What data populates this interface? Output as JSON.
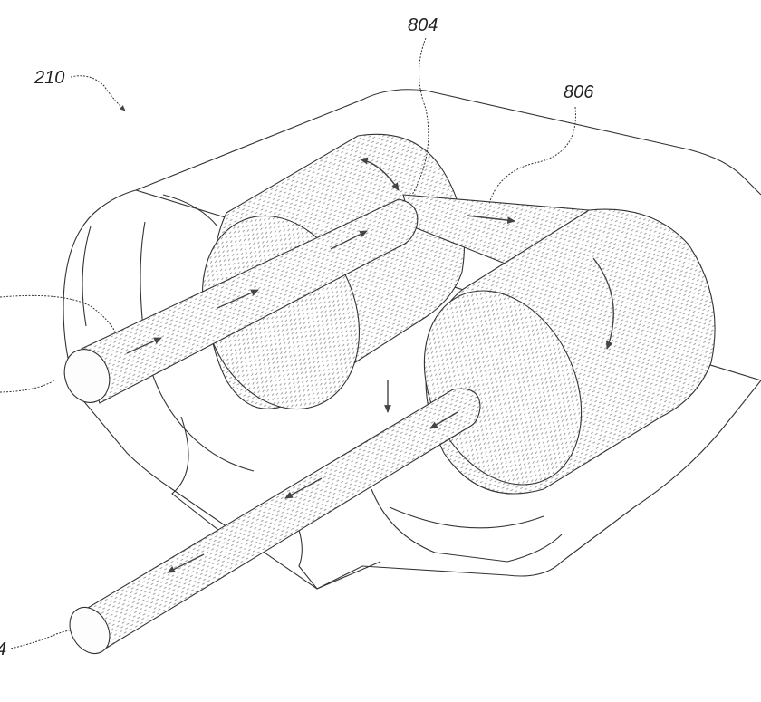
{
  "references": {
    "assembly": "210",
    "upper_connector": "804",
    "lower_connector": "806",
    "lower_pipe_partial": "4"
  },
  "colors": {
    "line": "#333333",
    "hatch": "#9a9a9a",
    "background": "#ffffff"
  },
  "icons": {
    "direction_marker": "arrow-icon"
  }
}
